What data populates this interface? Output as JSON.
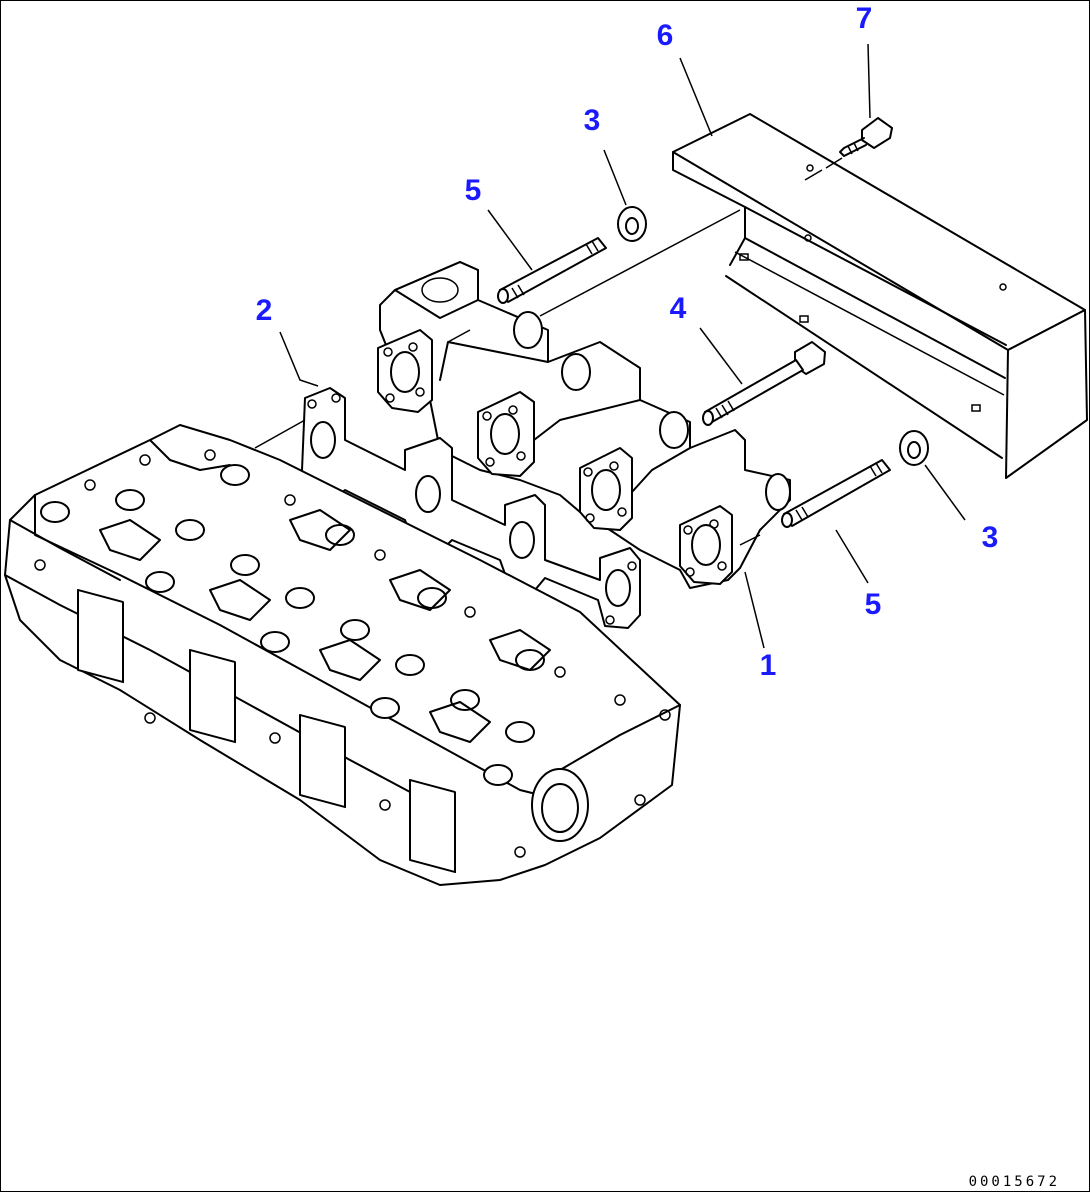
{
  "diagram": {
    "drawing_number": "00015672",
    "callouts": [
      {
        "id": "callout-1",
        "label": "1"
      },
      {
        "id": "callout-2",
        "label": "2"
      },
      {
        "id": "callout-3a",
        "label": "3"
      },
      {
        "id": "callout-3b",
        "label": "3"
      },
      {
        "id": "callout-4",
        "label": "4"
      },
      {
        "id": "callout-5a",
        "label": "5"
      },
      {
        "id": "callout-5b",
        "label": "5"
      },
      {
        "id": "callout-6",
        "label": "6"
      },
      {
        "id": "callout-7",
        "label": "7"
      }
    ],
    "callout_color": "#1a1aff"
  }
}
